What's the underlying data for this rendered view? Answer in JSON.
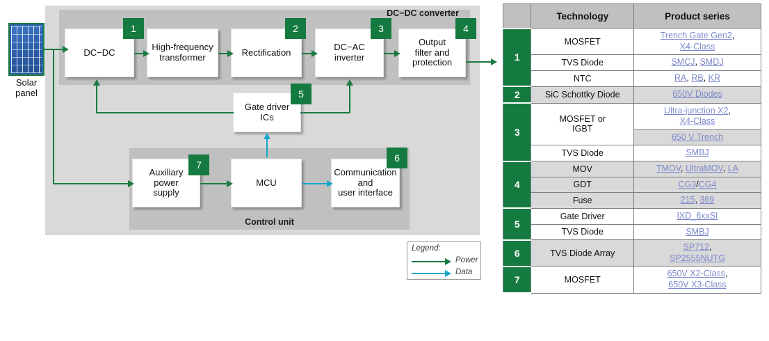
{
  "diagram": {
    "source": {
      "label": "Solar\npanel",
      "icon": "solar-panel-icon"
    },
    "regions": {
      "converter_title": "DC−DC converter",
      "control_title": "Control unit"
    },
    "blocks": [
      {
        "id": "dcdc",
        "label": "DC−DC",
        "badge": "1"
      },
      {
        "id": "hft",
        "label": "High-frequency\ntransformer",
        "badge": ""
      },
      {
        "id": "rect",
        "label": "Rectification",
        "badge": "2"
      },
      {
        "id": "dcac",
        "label": "DC−AC\ninverter",
        "badge": "3"
      },
      {
        "id": "outf",
        "label": "Output\nfilter and\nprotection",
        "badge": "4"
      },
      {
        "id": "gate",
        "label": "Gate driver\nICs",
        "badge": "5"
      },
      {
        "id": "aux",
        "label": "Auxiliary\npower\nsupply",
        "badge": "7"
      },
      {
        "id": "mcu",
        "label": "MCU",
        "badge": ""
      },
      {
        "id": "comm",
        "label": "Communication\nand\nuser interface",
        "badge": "6"
      }
    ],
    "legend": {
      "title": "Legend:",
      "items": [
        {
          "label": "Power",
          "color": "#1a7a42"
        },
        {
          "label": "Data",
          "color": "#16a6c8"
        }
      ]
    }
  },
  "table": {
    "headers": {
      "index": "",
      "technology": "Technology",
      "product": "Product series"
    },
    "groups": [
      {
        "index": "1",
        "shaded": false,
        "rows": [
          {
            "tech": "MOSFET",
            "links": [
              {
                "t": "Trench Gate Gen2",
                "sep": ","
              },
              {
                "t": "X4-Class",
                "sep": "",
                "br": true
              }
            ]
          },
          {
            "tech": "TVS Diode",
            "links": [
              {
                "t": "SMCJ",
                "sep": ","
              },
              {
                "t": "SMDJ",
                "sep": ""
              }
            ]
          },
          {
            "tech": "NTC",
            "links": [
              {
                "t": "RA",
                "sep": ","
              },
              {
                "t": "RB",
                "sep": ","
              },
              {
                "t": "KR",
                "sep": ""
              }
            ]
          }
        ]
      },
      {
        "index": "2",
        "shaded": true,
        "rows": [
          {
            "tech": "SiC Schottky Diode",
            "links": [
              {
                "t": "650V Diodes",
                "sep": ""
              }
            ]
          }
        ]
      },
      {
        "index": "3",
        "shaded": false,
        "rowspan_tech": true,
        "rows": [
          {
            "tech": "MOSFET or\nIGBT",
            "techspan": 2,
            "links": [
              {
                "t": "Ultra-junction X2",
                "sep": ","
              },
              {
                "t": "X4-Class",
                "sep": "",
                "br": true
              }
            ]
          },
          {
            "tech": "",
            "shadedCell": true,
            "links": [
              {
                "t": "650 V Trench",
                "sep": ""
              }
            ]
          },
          {
            "tech": "TVS Diode",
            "links": [
              {
                "t": "SMBJ",
                "sep": ""
              }
            ]
          }
        ]
      },
      {
        "index": "4",
        "shaded": true,
        "rows": [
          {
            "tech": "MOV",
            "links": [
              {
                "t": "TMOV",
                "sep": ","
              },
              {
                "t": "UltraMOV",
                "sep": ","
              },
              {
                "t": "LA",
                "sep": ""
              }
            ]
          },
          {
            "tech": "GDT",
            "links": [
              {
                "t": "CG3",
                "sep": "/"
              },
              {
                "t": "CG4",
                "sep": ""
              }
            ]
          },
          {
            "tech": "Fuse",
            "links": [
              {
                "t": "215",
                "sep": ","
              },
              {
                "t": "369",
                "sep": ""
              }
            ]
          }
        ]
      },
      {
        "index": "5",
        "shaded": false,
        "rows": [
          {
            "tech": "Gate Driver",
            "links": [
              {
                "t": "IXD_6xxSI",
                "sep": ""
              }
            ]
          },
          {
            "tech": "TVS Diode",
            "links": [
              {
                "t": "SMBJ",
                "sep": ""
              }
            ]
          }
        ]
      },
      {
        "index": "6",
        "shaded": true,
        "rows": [
          {
            "tech": "TVS Diode Array",
            "links": [
              {
                "t": "SP712",
                "sep": ","
              },
              {
                "t": "SP2555NUTG",
                "sep": "",
                "br": true
              }
            ]
          }
        ]
      },
      {
        "index": "7",
        "shaded": false,
        "rows": [
          {
            "tech": "MOSFET",
            "links": [
              {
                "t": "650V X2-Class",
                "sep": ","
              },
              {
                "t": "650V X3-Class",
                "sep": "",
                "br": true
              }
            ]
          }
        ]
      }
    ]
  },
  "colors": {
    "green": "#157a3f",
    "power_arrow": "#1a7a42",
    "data_arrow": "#16a6c8",
    "region_outer": "#d9d9d9",
    "region_inner": "#c0c0c0",
    "link": "#7d88cc"
  }
}
